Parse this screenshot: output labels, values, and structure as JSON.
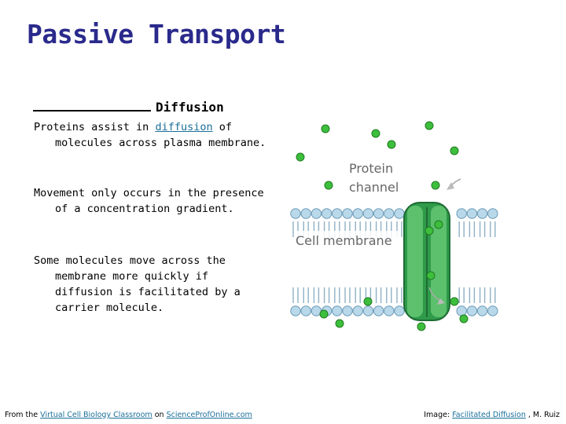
{
  "title": "Passive Transport",
  "heading": {
    "blank_suffix": "Diffusion"
  },
  "paragraphs": {
    "p1_before": "Proteins assist in ",
    "p1_link": "diffusion",
    "p1_after": " of molecules across plasma membrane.",
    "p2": "Movement only occurs in the presence of a concentration gradient.",
    "p3": "Some molecules move across the membrane more quickly if diffusion is facilitated by a carrier molecule."
  },
  "diagram": {
    "label_protein_line1": "Protein",
    "label_protein_line2": "channel",
    "label_membrane": "Cell membrane",
    "colors": {
      "molecule": "#3dbf3d",
      "channel": "#2e9a4a",
      "lipid_head": "#b9d9ea"
    }
  },
  "footer": {
    "left_prefix": "From the ",
    "left_link1": "Virtual Cell Biology Classroom",
    "left_mid": " on ",
    "left_link2": "ScienceProfOnline.com",
    "right_prefix": "Image: ",
    "right_link": "Facilitated Diffusion",
    "right_suffix": ", M. Ruiz"
  }
}
